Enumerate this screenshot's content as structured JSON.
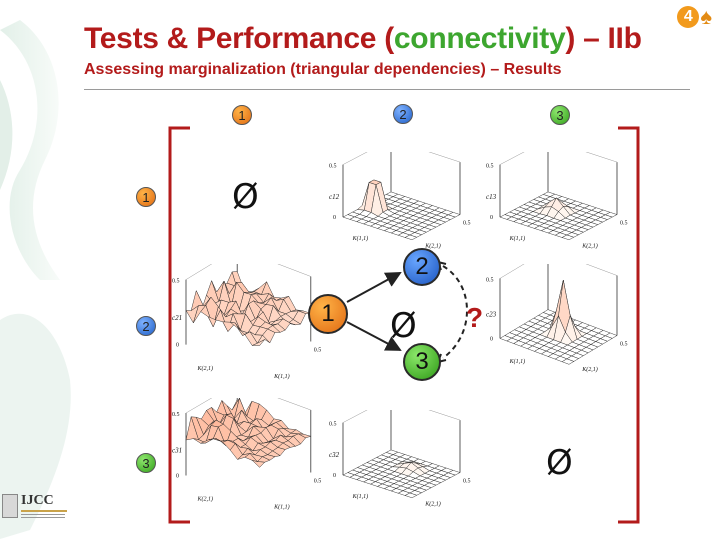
{
  "header": {
    "title_part1": "Tests & Performance (",
    "title_highlight": "connectivity",
    "title_part2": ") – IIb",
    "subtitle": "Assessing marginalization (triangular dependencies) – Results",
    "brand_number": "4"
  },
  "columns": [
    "1",
    "2",
    "3"
  ],
  "rows": [
    "1",
    "2",
    "3"
  ],
  "empty_symbol": "Ø",
  "network": {
    "nodes": [
      "1",
      "2",
      "3"
    ],
    "question": "?"
  },
  "plots": {
    "axis_top": "0.5",
    "axis_bottom": "0",
    "axis_side": "0.5",
    "p12": {
      "zlabel": "c12",
      "xlabel": "K(1,1)",
      "ylabel": "K(2,1)"
    },
    "p13": {
      "zlabel": "c13",
      "xlabel": "K(1,1)",
      "ylabel": "K(2,1)"
    },
    "p21": {
      "zlabel": "c21",
      "xlabel": "K(2,1)",
      "ylabel": "K(1,1)"
    },
    "p23": {
      "zlabel": "c23",
      "xlabel": "K(1,1)",
      "ylabel": "K(2,1)"
    },
    "p31": {
      "zlabel": "c31",
      "xlabel": "K(2,1)",
      "ylabel": "K(1,1)"
    },
    "p32": {
      "zlabel": "c32",
      "xlabel": "K(1,1)",
      "ylabel": "K(2,1)"
    }
  },
  "logo": {
    "acronym": "IJCC"
  },
  "colors": {
    "title_red": "#b31b1b",
    "highlight_green": "#3da62f",
    "node1": "#f08a1f",
    "node2": "#1f5fc7",
    "node3": "#33a11a"
  }
}
